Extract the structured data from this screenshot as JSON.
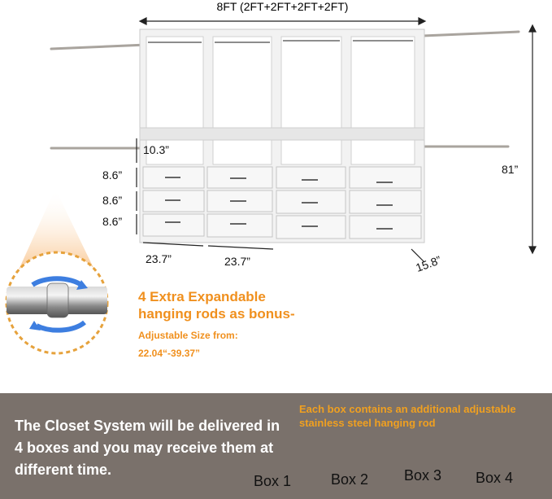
{
  "dimensions": {
    "total_width": "8FT (2FT+2FT+2FT+2FT)",
    "height": "81”",
    "depth": "15.8”",
    "cubby_height": "10.3”",
    "drawer_height_1": "8.6”",
    "drawer_height_2": "8.6”",
    "drawer_height_3": "8.6”",
    "unit_width_1": "23.7”",
    "unit_width_2": "23.7”"
  },
  "rods_feature": {
    "headline_line1": "4 Extra Expandable",
    "headline_line2": "hanging rods as bonus-",
    "size_label": "Adjustable Size from:",
    "size_range": "22.04“-39.37”"
  },
  "delivery": {
    "main_text": "The Closet System will be delivered in 4 boxes and you may receive them at different time.",
    "box_note": "Each box contains an additional adjustable stainless steel hanging rod",
    "boxes": [
      "Box 1",
      "Box 2",
      "Box 3",
      "Box 4"
    ]
  },
  "colors": {
    "accent_orange": "#f0901e",
    "band_gray": "#7a716b",
    "box_brown": "#c8955f"
  }
}
